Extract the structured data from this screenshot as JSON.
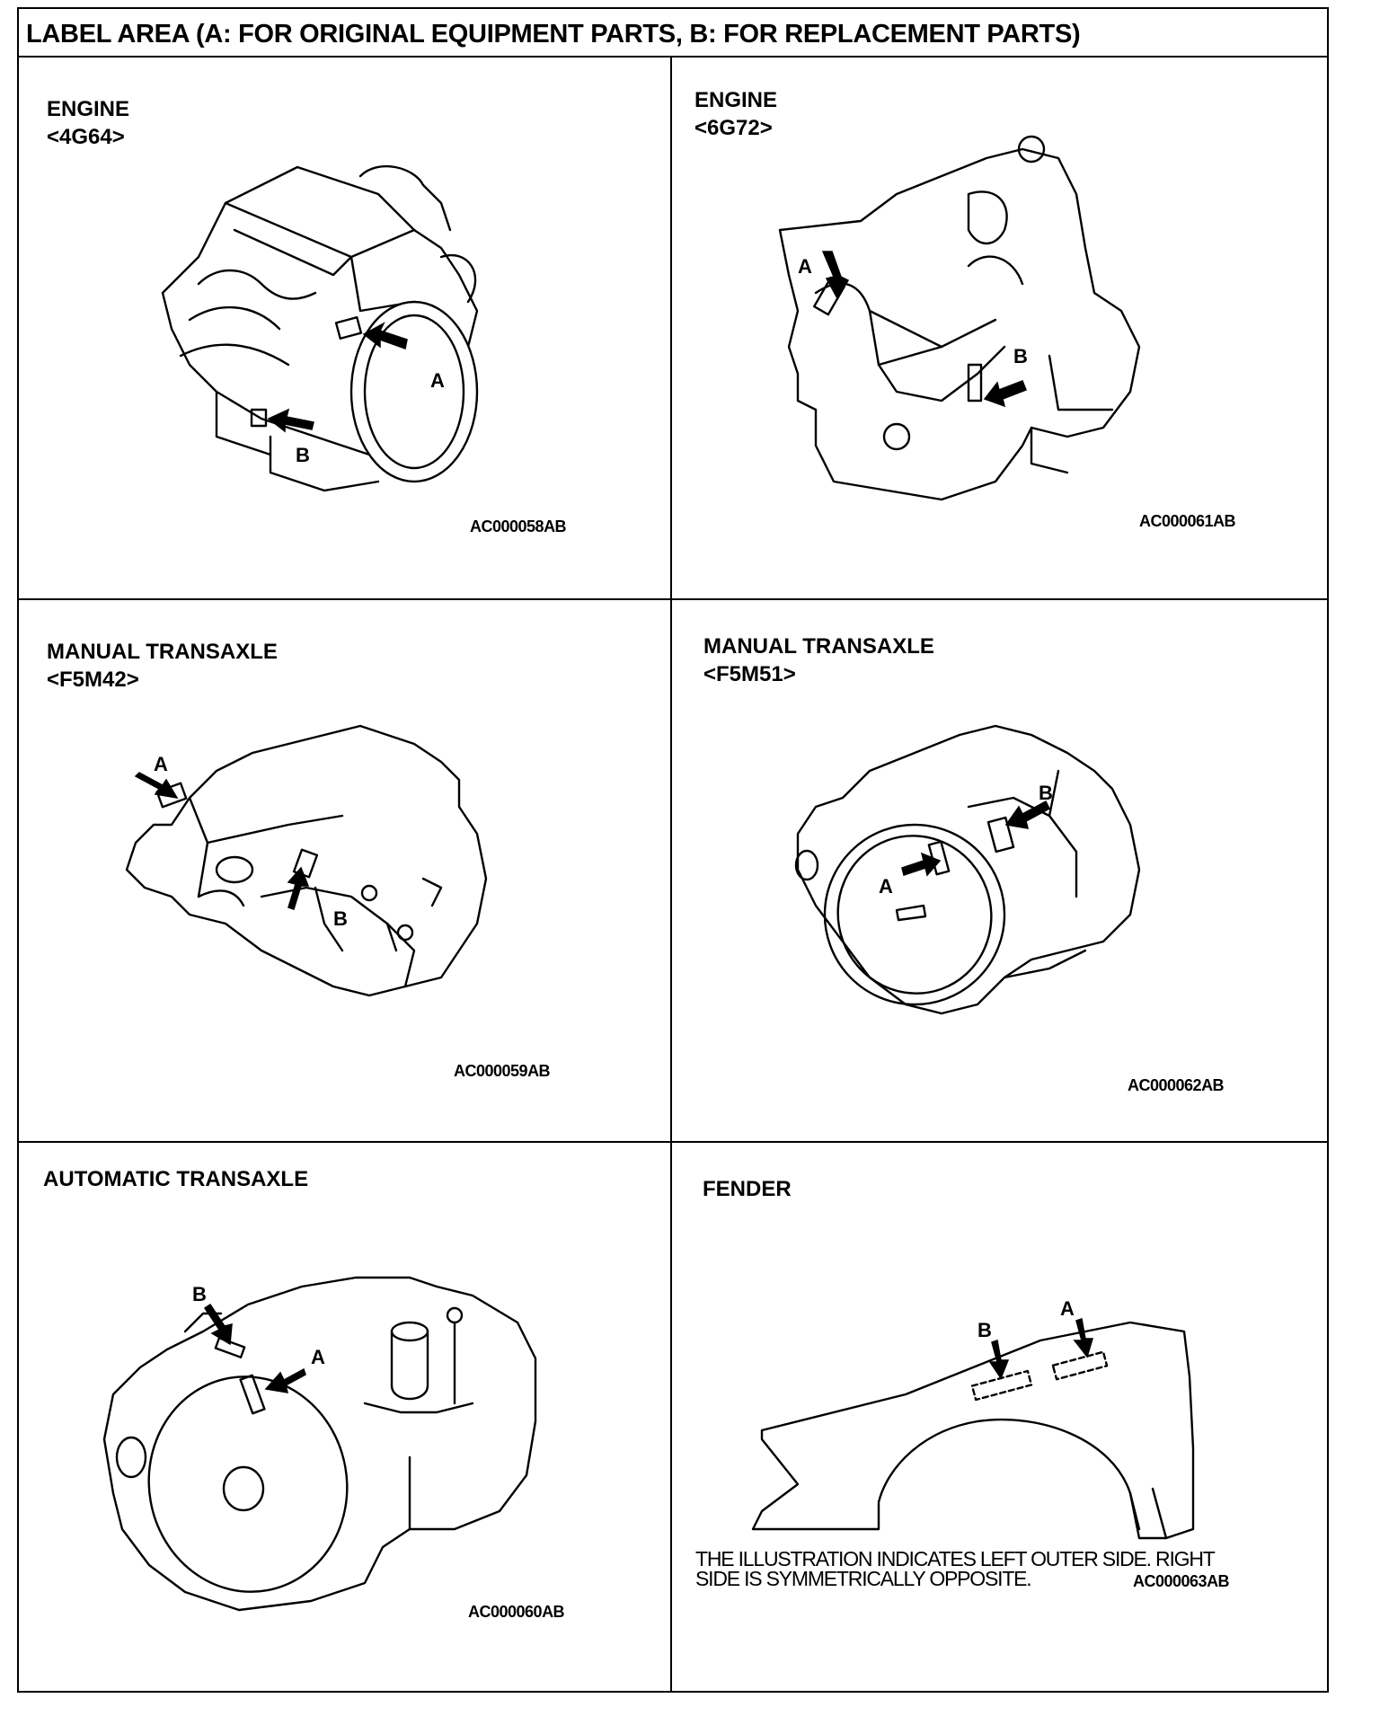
{
  "header": {
    "title": "LABEL AREA (A: FOR ORIGINAL EQUIPMENT PARTS, B: FOR REPLACEMENT PARTS)"
  },
  "panels": [
    {
      "title": "ENGINE",
      "subtitle": "<4G64>",
      "code": "AC000058AB",
      "label_a": "A",
      "label_b": "B"
    },
    {
      "title": "ENGINE",
      "subtitle": "<6G72>",
      "code": "AC000061AB",
      "label_a": "A",
      "label_b": "B"
    },
    {
      "title": "MANUAL TRANSAXLE",
      "subtitle": "<F5M42>",
      "code": "AC000059AB",
      "label_a": "A",
      "label_b": "B"
    },
    {
      "title": "MANUAL TRANSAXLE",
      "subtitle": "<F5M51>",
      "code": "AC000062AB",
      "label_a": "A",
      "label_b": "B"
    },
    {
      "title": "AUTOMATIC TRANSAXLE",
      "subtitle": "",
      "code": "AC000060AB",
      "label_a": "A",
      "label_b": "B"
    },
    {
      "title": "FENDER",
      "subtitle": "",
      "code": "AC000063AB",
      "label_a": "A",
      "label_b": "B",
      "caption_line1": "THE ILLUSTRATION INDICATES LEFT OUTER SIDE. RIGHT",
      "caption_line2": "SIDE IS SYMMETRICALLY OPPOSITE."
    }
  ]
}
